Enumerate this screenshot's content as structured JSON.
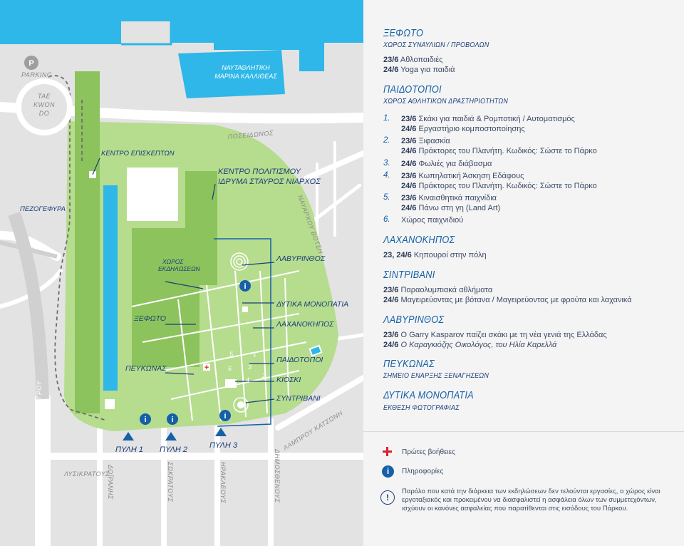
{
  "map": {
    "parking": "PARKING",
    "parking_letter": "P",
    "taekwondo": [
      "TAE",
      "KWON",
      "DO"
    ],
    "marina": [
      "ΝΑΥΤΑΘΛΗΤΙΚΗ",
      "ΜΑΡΙΝΑ ΚΑΛΛΙΘΕΑΣ"
    ],
    "kentro_episkepton": "ΚΕΝΤΡΟ ΕΠΙΣΚΕΠΤΩΝ",
    "pezogefyra": "ΠΕΖΟΓΕΦΥΡΑ",
    "poseidonos": "ΠΟΣΕΙΔΩΝΟΣ",
    "snfcc": [
      "ΚΕΝΤΡΟ ΠΟΛΙΤΙΣΜΟΥ",
      "ΙΔΡΥΜΑ ΣΤΑΥΡΟΣ ΝΙΑΡΧΟΣ"
    ],
    "nauarchou_votsi": "ΝΑΥΑΡΧΟΥ ΒΟΤΣΗ",
    "xoros_ekdiloseon": [
      "ΧΩΡΟΣ",
      "ΕΚΔΗΛΩΣΕΩΝ"
    ],
    "labyrinthos": "ΛΑΒΥΡΙΝΘΟΣ",
    "dytika_monopatia": "ΔΥΤΙΚΑ ΜΟΝΟΠΑΤΙΑ",
    "laxanokipos": "ΛΑΧΑΝΟΚΗΠΟΣ",
    "ksefoto": "ΞΕΦΩΤΟ",
    "paidotopoi": "ΠΑΙΔΟΤΟΠΟΙ",
    "kioski": "ΚΙΟΣΚΙ",
    "syntrivani": "ΣΥΝΤΡΙΒΑΝΙ",
    "peukonas": "ΠΕΥΚΩΝΑΣ",
    "leof_syggrou": "ΛΕΩΦ. ΣΥΓΓΡΟΥ",
    "pyli1": "ΠΥΛΗ 1",
    "pyli2": "ΠΥΛΗ 2",
    "pyli3": "ΠΥΛΗ 3",
    "lamprou_katsoni": "ΛΑΜΠΡΟΥ ΚΑΤΣΩΝΗ",
    "lysikratous": "ΛΥΣΙΚΡΑΤΟΥΣ",
    "doiranis": "ΔΟΪΡΑΝΗΣ",
    "sokratous": "ΣΩΚΡΑΤΟΥΣ",
    "irakleous": "ΗΡΑΚΛΕΟΥΣ",
    "dimosthenous": "ΔΗΜΟΣΘΕΝΟΥΣ",
    "nums": [
      "1",
      "2",
      "3",
      "4",
      "5",
      "6"
    ],
    "info_glyph": "i",
    "firstaid_glyph": "+"
  },
  "panel": {
    "ksefoto": {
      "title": "ΞΕΦΩΤΟ",
      "subtitle": "ΧΩΡΟΣ ΣΥΝΑΥΛΙΩΝ / ΠΡΟΒΟΛΩΝ",
      "lines": [
        {
          "date": "23/6",
          "text": "Αθλοπαιδιές"
        },
        {
          "date": "24/6",
          "text": "Yoga για παιδιά"
        }
      ]
    },
    "paidotopoi": {
      "title": "ΠΑΙΔΟΤΟΠΟΙ",
      "subtitle": "ΧΩΡΟΣ ΑΘΛΗΤΙΚΩΝ ΔΡΑΣΤΗΡΙΟΤΗΤΩΝ",
      "items": [
        {
          "num": "1.",
          "lines": [
            {
              "date": "23/6",
              "text": "Σκάκι για παιδιά & Ρομποτική / Αυτοματισμός"
            },
            {
              "date": "24/6",
              "text": "Εργαστήριο κομποστοποίησης"
            }
          ]
        },
        {
          "num": "2.",
          "lines": [
            {
              "date": "23/6",
              "text": "Ξιφασκία"
            },
            {
              "date": "24/6",
              "text": "Πράκτορες του Πλανήτη. Κωδικός: Σώστε το Πάρκο"
            }
          ]
        },
        {
          "num": "3.",
          "lines": [
            {
              "date": "24/6",
              "text": "Φωλιές για διάβασμα"
            }
          ]
        },
        {
          "num": "4.",
          "lines": [
            {
              "date": "23/6",
              "text": "Κωπηλατική Άσκηση Εδάφους"
            },
            {
              "date": "24/6",
              "text": "Πράκτορες του Πλανήτη. Κωδικός: Σώστε το Πάρκο"
            }
          ]
        },
        {
          "num": "5.",
          "lines": [
            {
              "date": "23/6",
              "text": "Κιναισθητικά παιχνίδια"
            },
            {
              "date": "24/6",
              "text": "Πάνω στη γη (Land Art)"
            }
          ]
        },
        {
          "num": "6.",
          "lines": [
            {
              "date": "",
              "text": "Χώρος παιχνιδιού"
            }
          ]
        }
      ]
    },
    "laxanokipos": {
      "title": "ΛΑΧΑΝΟΚΗΠΟΣ",
      "lines": [
        {
          "date": "23, 24/6",
          "text": "Κηπουροί στην πόλη"
        }
      ]
    },
    "syntrivani": {
      "title": "ΣΙΝΤΡΙΒΑΝΙ",
      "lines": [
        {
          "date": "23/6",
          "text": "Παραολυμπιακά αθλήματα"
        },
        {
          "date": "24/6",
          "text": "Μαγειρεύοντας με βότανα / Μαγειρεύοντας με φρούτα και λαχανικά"
        }
      ]
    },
    "labyrinthos": {
      "title": "ΛΑΒΥΡΙΝΘΟΣ",
      "lines": [
        {
          "date": "23/6",
          "text": "Ο Garry Kasparov παίζει σκάκι με τη νέα γενιά της Ελλάδας"
        },
        {
          "date": "24/6",
          "text": "Ο Καραγκιόζης Οικολόγος, του Ηλία Καρελλά"
        }
      ]
    },
    "peukonas": {
      "title": "ΠΕΥΚΩΝΑΣ",
      "subtitle": "ΣΗΜΕΙΟ ΕΝΑΡΞΗΣ ΞΕΝΑΓΗΣΕΩΝ"
    },
    "dytika": {
      "title": "ΔΥΤΙΚΑ ΜΟΝΟΠΑΤΙΑ",
      "subtitle": "ΕΚΘΕΣΗ ΦΩΤΟΓΡΑΦΙΑΣ"
    },
    "legend": {
      "firstaid": "Πρώτες βοήθειες",
      "info": "Πληροφορίες",
      "warning_line1": "Παρόλο που κατά την διάρκεια των εκδηλώσεων δεν τελούνται εργασίες, ο χώρος είναι",
      "warning_line2": "εργοταξιακός και προκειμένου να διασφαλιστεί η ασφάλεια όλων των συμμετεχόντων,",
      "warning_line3": "ισχύουν οι κανόνες ασφαλείας που παρατίθενται στις εισόδους του Πάρκου.",
      "warning_glyph": "!"
    }
  },
  "colors": {
    "sea": "#2eb7e8",
    "park": "#b6dc8e",
    "park_dark": "#8cc35c",
    "navy": "#1a3e7a",
    "blue": "#1560a8",
    "red": "#d8232a"
  }
}
